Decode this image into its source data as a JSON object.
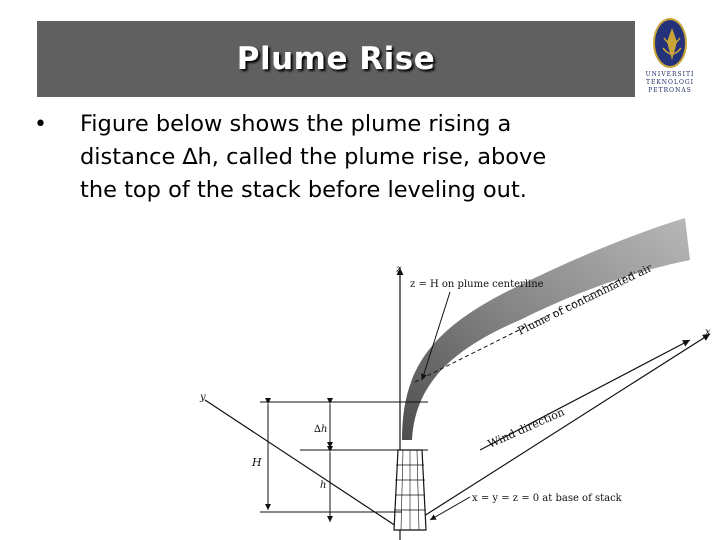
{
  "slide": {
    "title": "Plume Rise",
    "bullet": "Figure below shows the plume rising a distance ∆h, called the plume rise, above the top of the stack before leveling out."
  },
  "logo": {
    "line1": "UNIVERSITI",
    "line2": "TEKNOLOGI",
    "line3": "PETRONAS"
  },
  "figure": {
    "z_axis": "z",
    "x_axis": "x",
    "y_axis": "y",
    "centerline_label": "z = H on plume centerline",
    "plume_label": "Plume of contaminated air",
    "wind_label": "Wind direction",
    "delta_h_label": "∆h",
    "H_label": "H",
    "h_label": "h",
    "origin_label": "x = y = z = 0 at base of stack"
  },
  "colors": {
    "title_bg": "#606060",
    "title_text": "#ffffff",
    "logo_blue": "#24327a",
    "logo_gold": "#c9a437"
  }
}
